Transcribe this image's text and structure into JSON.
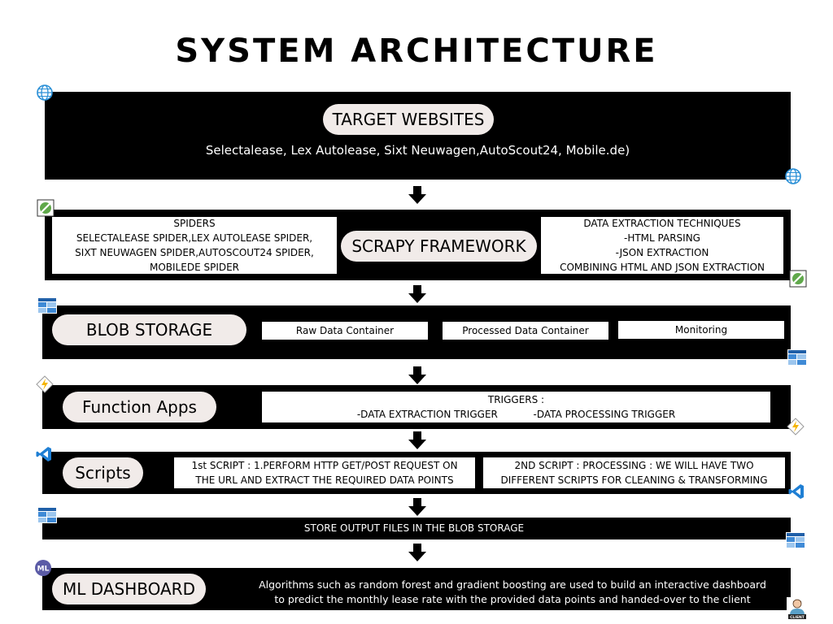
{
  "title": "SYSTEM ARCHITECTURE",
  "target": {
    "label": "TARGET WEBSITES",
    "sites": "Selectalease, Lex Autolease, Sixt Neuwagen,AutoScout24, Mobile.de)"
  },
  "scrapy": {
    "label": "SCRAPY FRAMEWORK",
    "spiders": [
      "SPIDERS",
      "SELECTALEASE SPIDER,LEX AUTOLEASE SPIDER,",
      "SIXT NEUWAGEN SPIDER,AUTOSCOUT24 SPIDER,",
      "MOBILEDE SPIDER"
    ],
    "techniques": [
      "DATA EXTRACTION TECHNIQUES",
      "-HTML PARSING",
      "-JSON EXTRACTION",
      "COMBINING HTML AND JSON EXTRACTION"
    ]
  },
  "blob": {
    "label": "BLOB STORAGE",
    "containers": [
      "Raw Data Container",
      "Processed Data Container",
      "Monitoring"
    ]
  },
  "functions": {
    "label": "Function Apps",
    "triggers_title": "TRIGGERS :",
    "trigger_1": "-DATA EXTRACTION TRIGGER",
    "trigger_2": "-DATA PROCESSING TRIGGER"
  },
  "scripts": {
    "label": "Scripts",
    "script_1": [
      "1st SCRIPT : 1.PERFORM HTTP GET/POST REQUEST ON",
      "THE URL AND EXTRACT THE REQUIRED DATA POINTS"
    ],
    "script_2": [
      "2ND SCRIPT : PROCESSING : WE WILL HAVE TWO",
      "DIFFERENT SCRIPTS FOR CLEANING & TRANSFORMING"
    ]
  },
  "store": {
    "text": "STORE OUTPUT FILES IN THE BLOB STORAGE"
  },
  "ml": {
    "label": "ML DASHBOARD",
    "description": [
      "Algorithms such as random forest and gradient boosting are used to build an interactive dashboard",
      "to predict the monthly lease rate with the provided data points and handed-over to the client"
    ]
  },
  "icons": {
    "globe": "globe-icon",
    "scrapy": "scrapy-icon",
    "storage": "storage-account-icon",
    "function": "function-app-icon",
    "vscode": "vscode-icon",
    "ml": "ml-icon",
    "client": "client-icon",
    "ml_badge": "ML",
    "client_badge": "CLIENT"
  }
}
